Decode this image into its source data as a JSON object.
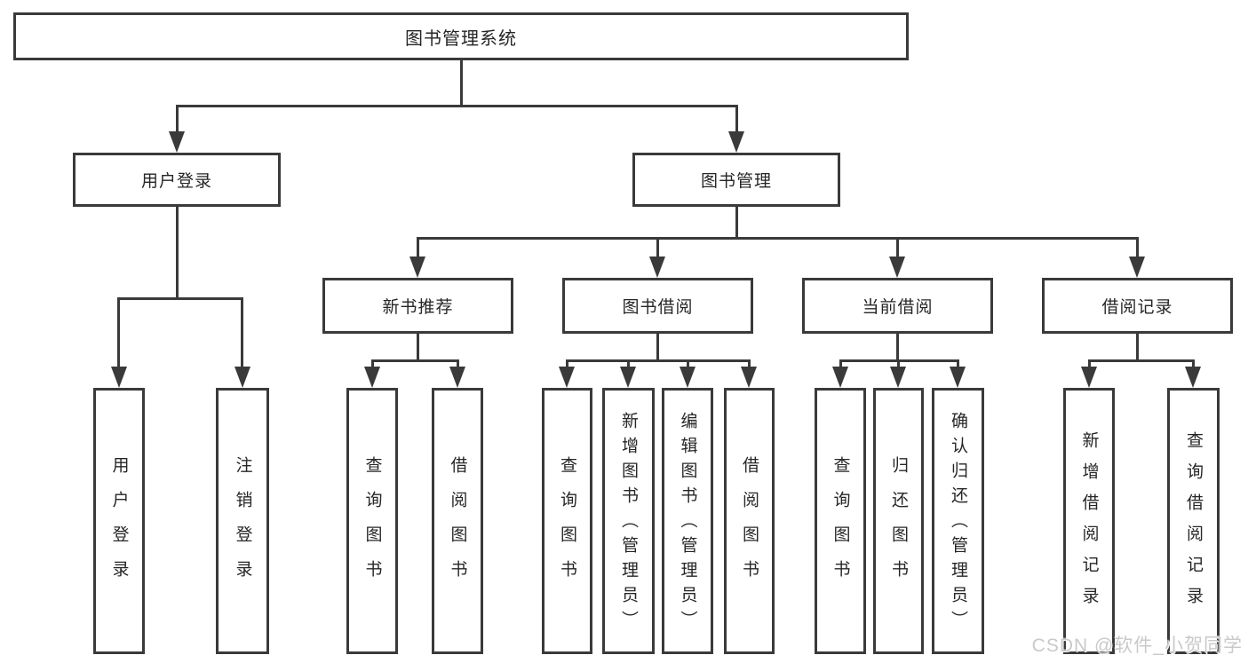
{
  "tree": {
    "root": "图书管理系统",
    "user_login": {
      "label": "用户登录",
      "children": [
        "用户登录",
        "注销登录"
      ]
    },
    "book_mgmt": {
      "label": "图书管理",
      "groups": [
        {
          "label": "新书推荐",
          "children": [
            "查询图书",
            "借阅图书"
          ]
        },
        {
          "label": "图书借阅",
          "children": [
            "查询图书",
            "新增图书（管理员）",
            "编辑图书（管理员）",
            "借阅图书"
          ]
        },
        {
          "label": "当前借阅",
          "children": [
            "查询图书",
            "归还图书",
            "确认归还（管理员）"
          ]
        },
        {
          "label": "借阅记录",
          "children": [
            "新增借阅记录",
            "查询借阅记录"
          ]
        }
      ]
    }
  },
  "watermark": {
    "text": "CSDN @软件_小贺同学"
  },
  "colors": {
    "line": "#3a3a3a",
    "text": "#262626",
    "watermark": "#c9c9c9",
    "background": "#ffffff"
  }
}
